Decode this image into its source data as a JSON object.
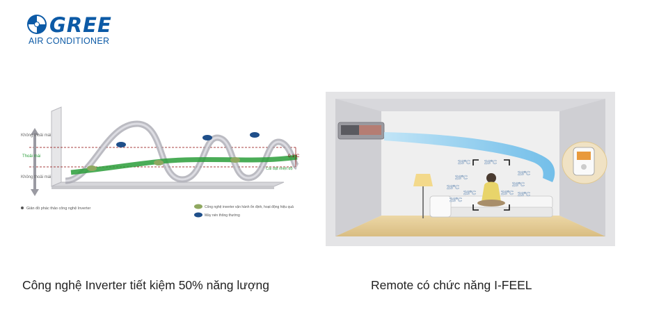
{
  "brand": {
    "name": "GREE",
    "tagline": "AIR CONDITIONER",
    "color": "#0c5aa6"
  },
  "inverter_diagram": {
    "labels": {
      "uncomfortable_top": "Không thoải mái",
      "comfortable": "Thoải mái",
      "uncomfortable_bottom": "Không thoải mái",
      "delta": "0.1°C",
      "set_temp": "Cài đặt nhiệt độ",
      "caption_note": "Giản đồ phác thảo công nghệ Inverter",
      "legend_inverter": "Công nghệ inverter vận hành ổn định, hoạt động hiệu quả",
      "legend_normal": "Máy nén thông thường"
    },
    "colors": {
      "inverter": "#2a9d3a",
      "normal": "#9e9ea8",
      "dashed_line": "#8b0000"
    }
  },
  "ifeel_scene": {
    "temperatures": [
      "26°C",
      "26°C",
      "26°C",
      "26°C",
      "26°C",
      "26°C",
      "26°C",
      "26°C",
      "26°C",
      "26°C"
    ],
    "airflow_color": "#7cc8f0"
  },
  "captions": {
    "left": "Công nghệ Inverter tiết kiệm 50% năng lượng",
    "right": "Remote có chức năng I-FEEL"
  }
}
